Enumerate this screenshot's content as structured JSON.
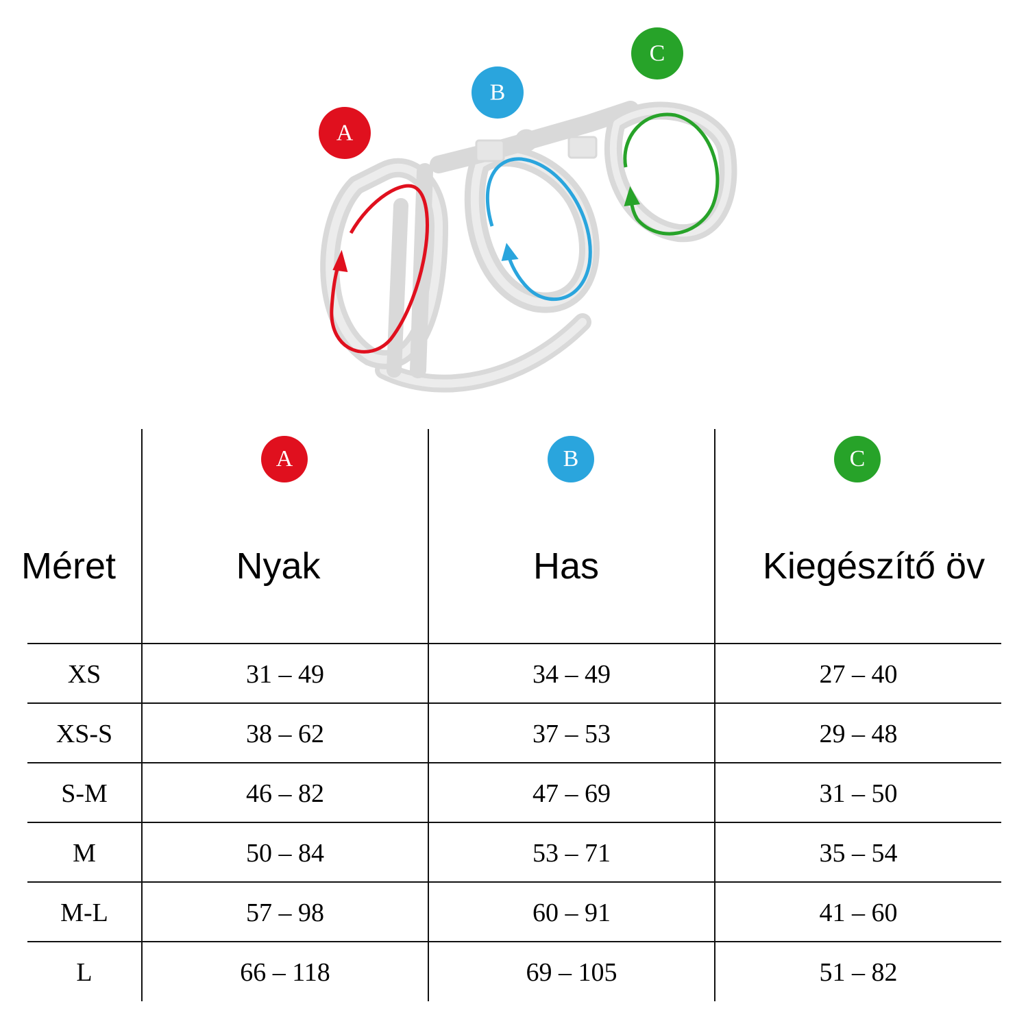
{
  "legend": {
    "a": {
      "letter": "A",
      "color": "#e0101e"
    },
    "b": {
      "letter": "B",
      "color": "#2aa5dd"
    },
    "c": {
      "letter": "C",
      "color": "#27a329"
    }
  },
  "table": {
    "size_header": "Méret",
    "columns": [
      {
        "letter": "A",
        "label": "Nyak"
      },
      {
        "letter": "B",
        "label": "Has"
      },
      {
        "letter": "C",
        "label": "Kiegészítő öv"
      }
    ],
    "rows": [
      {
        "size": "XS",
        "a": "31 – 49",
        "b": "34 – 49",
        "c": "27 – 40"
      },
      {
        "size": "XS-S",
        "a": "38 – 62",
        "b": "37 – 53",
        "c": "29 – 48"
      },
      {
        "size": "S-M",
        "a": "46 – 82",
        "b": "47 – 69",
        "c": "31 – 50"
      },
      {
        "size": "M",
        "a": "50 – 84",
        "b": "53 – 71",
        "c": "35 – 54"
      },
      {
        "size": "M-L",
        "a": "57 – 98",
        "b": "60 – 91",
        "c": "41 – 60"
      },
      {
        "size": "L",
        "a": "66 – 118",
        "b": "69 – 105",
        "c": "51 – 82"
      }
    ]
  }
}
